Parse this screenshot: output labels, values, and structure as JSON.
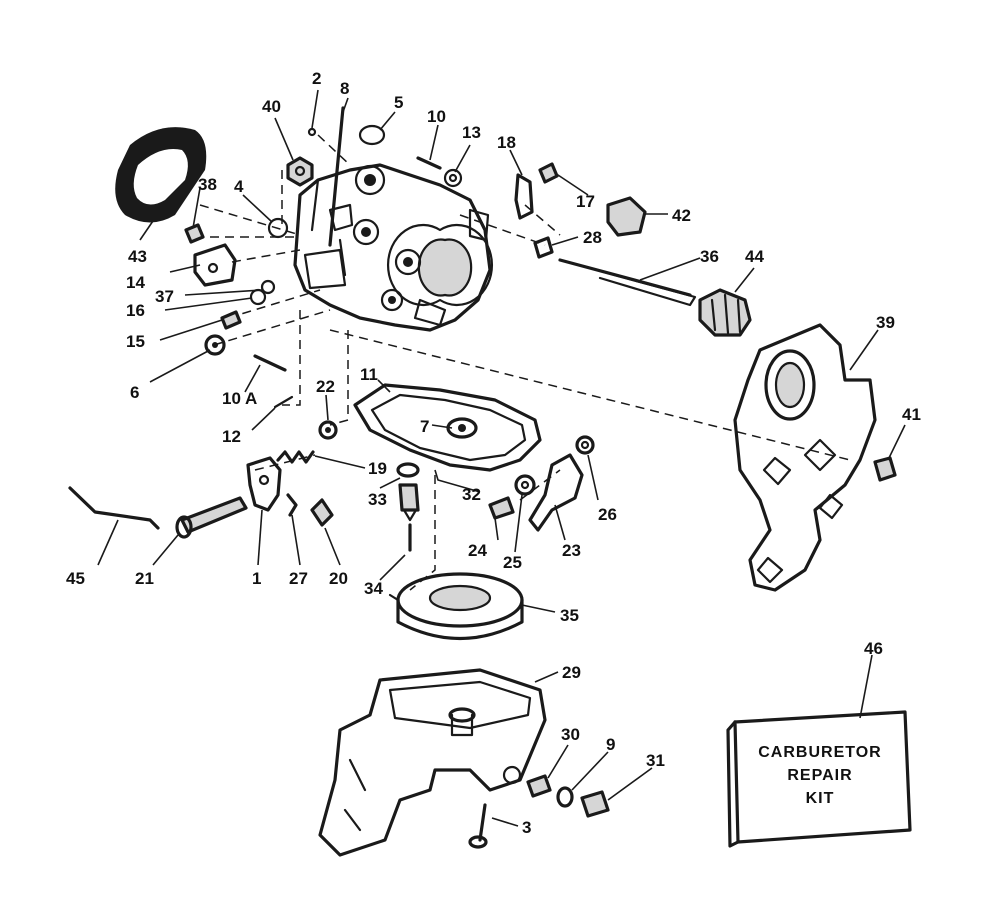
{
  "callouts": {
    "c1": "1",
    "c2": "2",
    "c3": "3",
    "c4": "4",
    "c5": "5",
    "c6": "6",
    "c7": "7",
    "c8": "8",
    "c9": "9",
    "c10": "10",
    "c10a": "10 A",
    "c11": "11",
    "c12": "12",
    "c13": "13",
    "c14": "14",
    "c15": "15",
    "c16": "16",
    "c17": "17",
    "c18": "18",
    "c19": "19",
    "c20": "20",
    "c21": "21",
    "c22": "22",
    "c23": "23",
    "c24": "24",
    "c25": "25",
    "c26": "26",
    "c27": "27",
    "c28": "28",
    "c29": "29",
    "c30": "30",
    "c31": "31",
    "c32": "32",
    "c33": "33",
    "c34": "34",
    "c35": "35",
    "c36": "36",
    "c37": "37",
    "c38": "38",
    "c39": "39",
    "c40": "40",
    "c41": "41",
    "c42": "42",
    "c43": "43",
    "c44": "44",
    "c45": "45",
    "c46": "46"
  },
  "repair_kit": {
    "line1": "CARBURETOR",
    "line2": "REPAIR",
    "line3": "KIT"
  }
}
